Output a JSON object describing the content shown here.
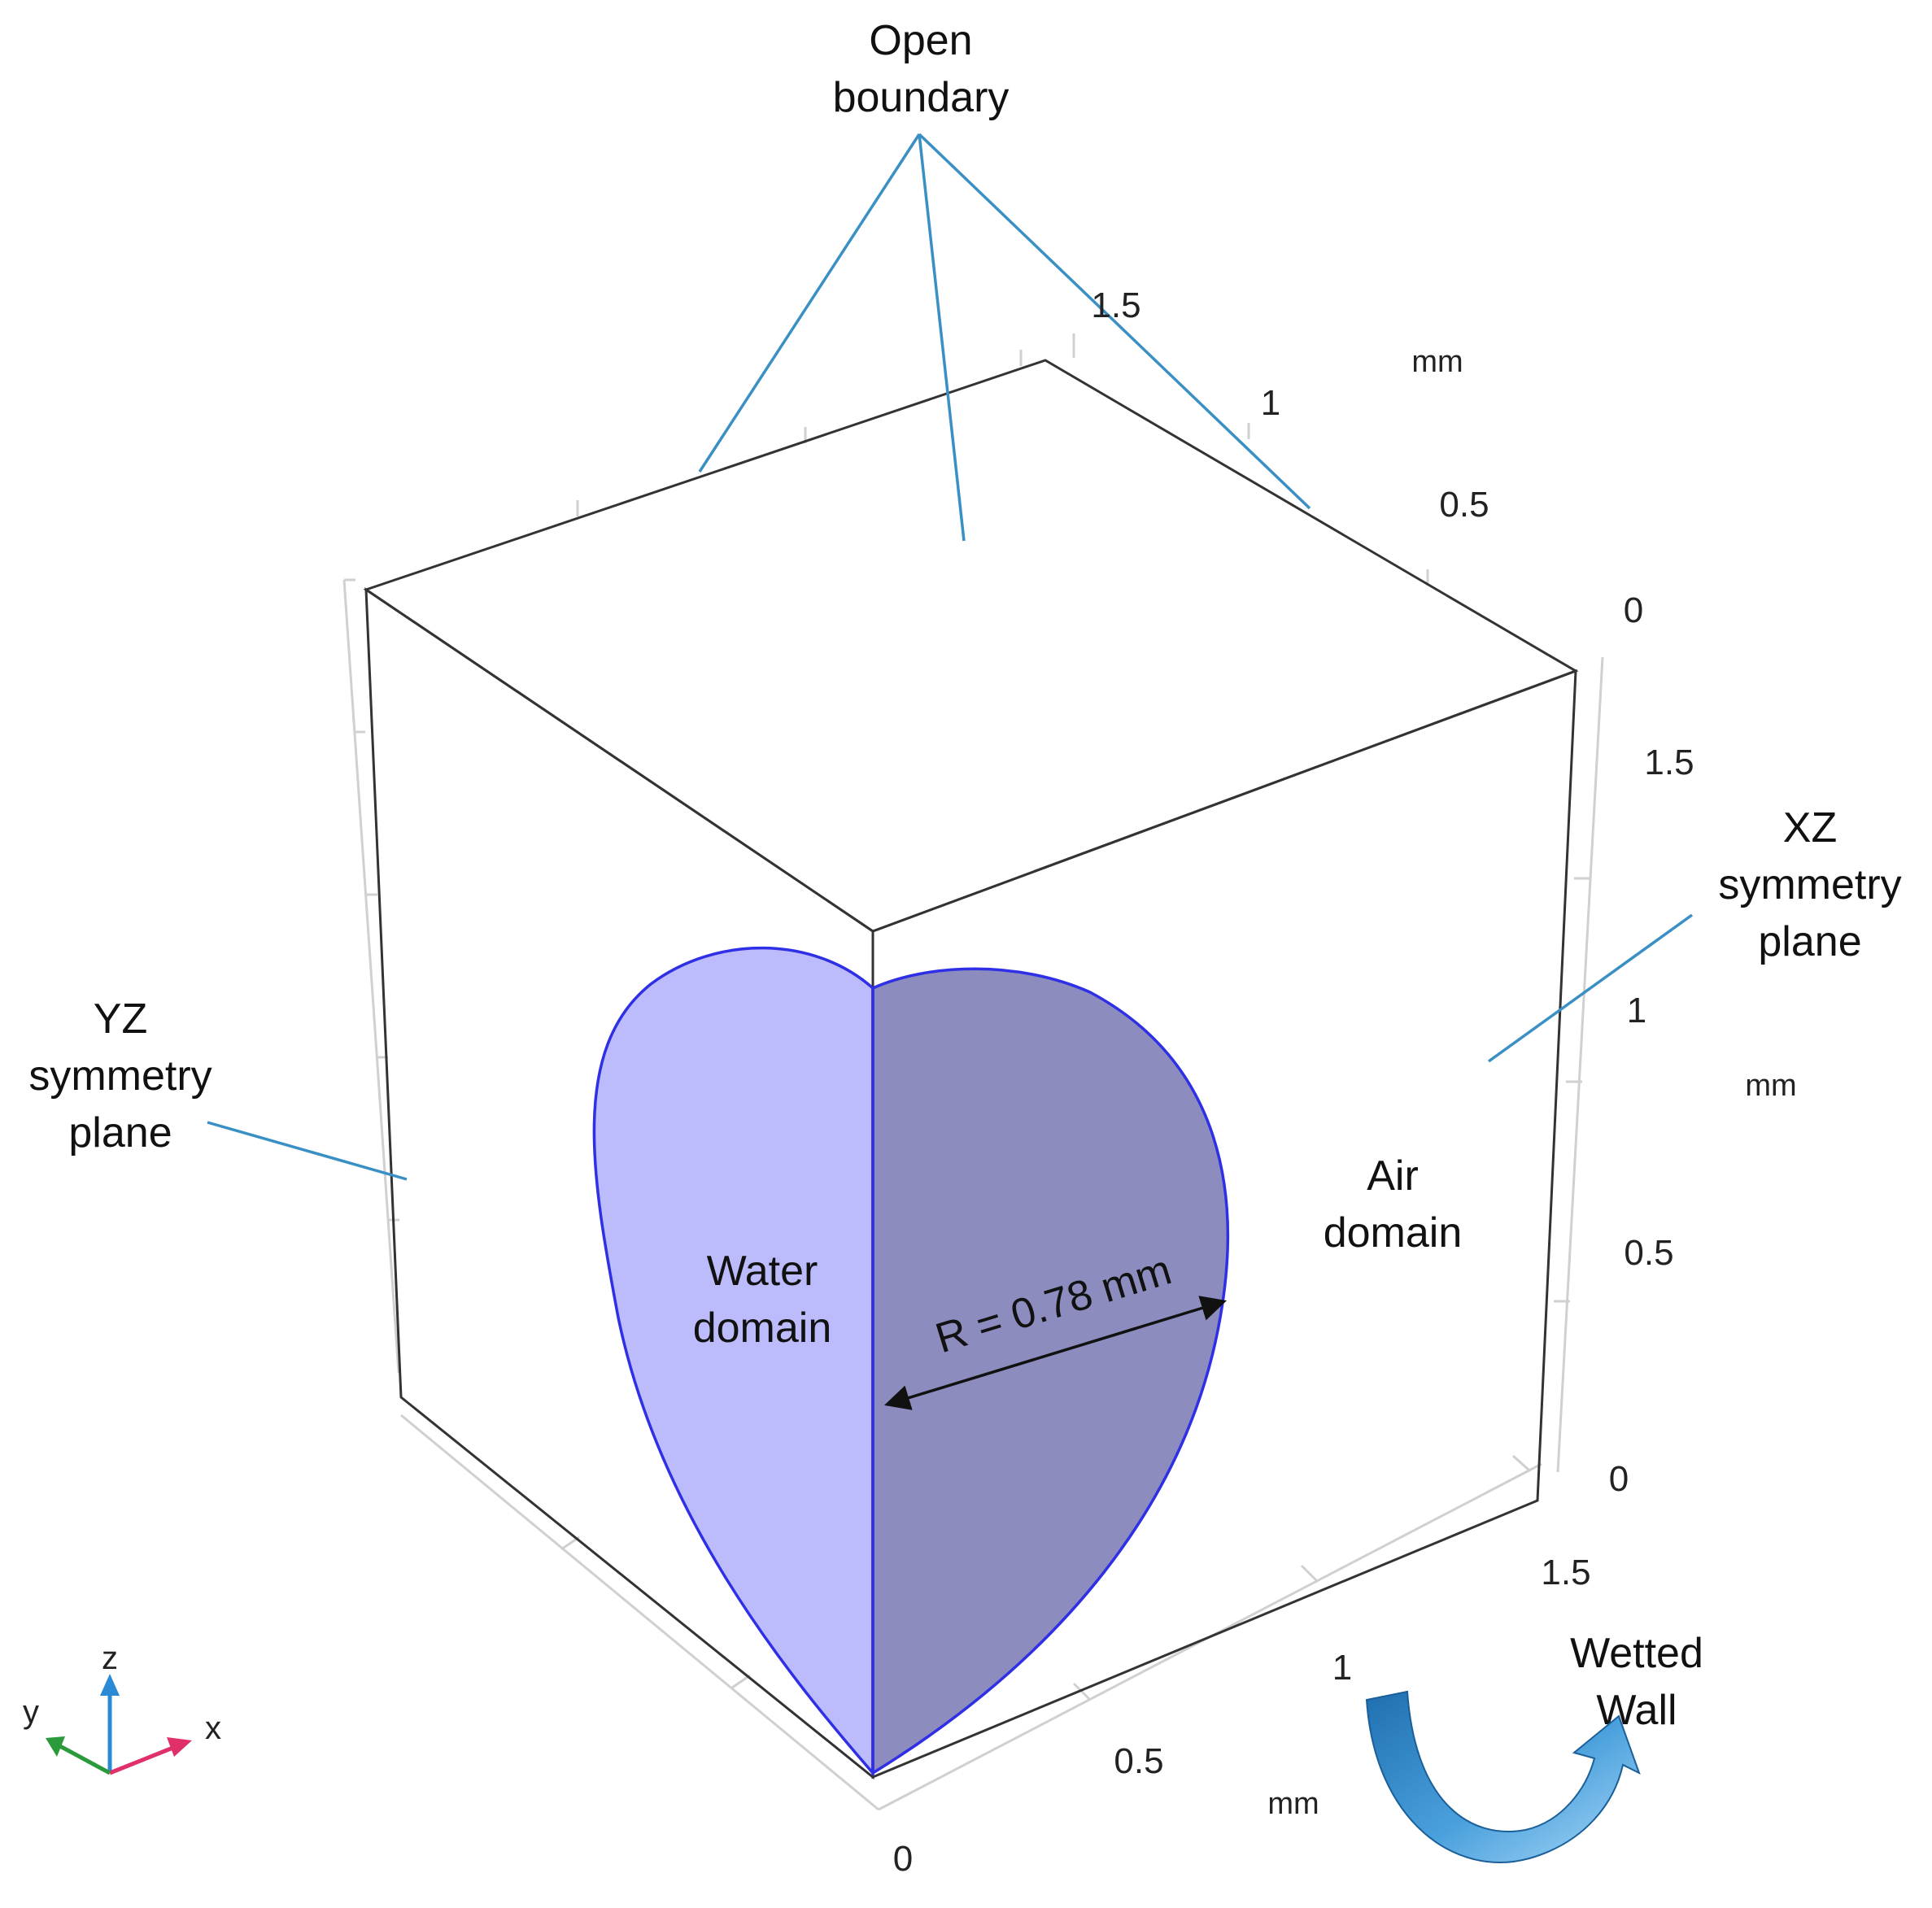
{
  "labels": {
    "open_boundary_line1": "Open",
    "open_boundary_line2": "boundary",
    "yz_line1": "YZ",
    "yz_line2": "symmetry",
    "yz_line3": "plane",
    "xz_line1": "XZ",
    "xz_line2": "symmetry",
    "xz_line3": "plane",
    "air_line1": "Air",
    "air_line2": "domain",
    "water_line1": "Water",
    "water_line2": "domain",
    "radius": "R = 0.78 mm",
    "wetted_line1": "Wetted",
    "wetted_line2": "Wall"
  },
  "axes": {
    "x_ticks": [
      "0",
      "0.5",
      "1",
      "1.5"
    ],
    "x_unit": "mm",
    "y_ticks": [
      "0",
      "0.5",
      "1",
      "1.5"
    ],
    "y_unit": "mm",
    "z_ticks": [
      "0",
      "0.5",
      "1",
      "1.5"
    ],
    "z_unit": "mm"
  },
  "triad": {
    "x": "x",
    "y": "y",
    "z": "z"
  },
  "colors": {
    "top_face": "#e8e8e8",
    "left_face": "#d4d6d6",
    "right_face": "#9e9e9e",
    "water_left": "#bcbcfc",
    "water_right": "#8c8cbe",
    "water_outline": "#2f2fe6",
    "leader": "#3a8fc4",
    "arrow_light": "#8ec9f2",
    "arrow_dark": "#1f6fb0",
    "triad_x": "#e0306a",
    "triad_y": "#2a9a3a",
    "triad_z": "#2a8ad6"
  }
}
